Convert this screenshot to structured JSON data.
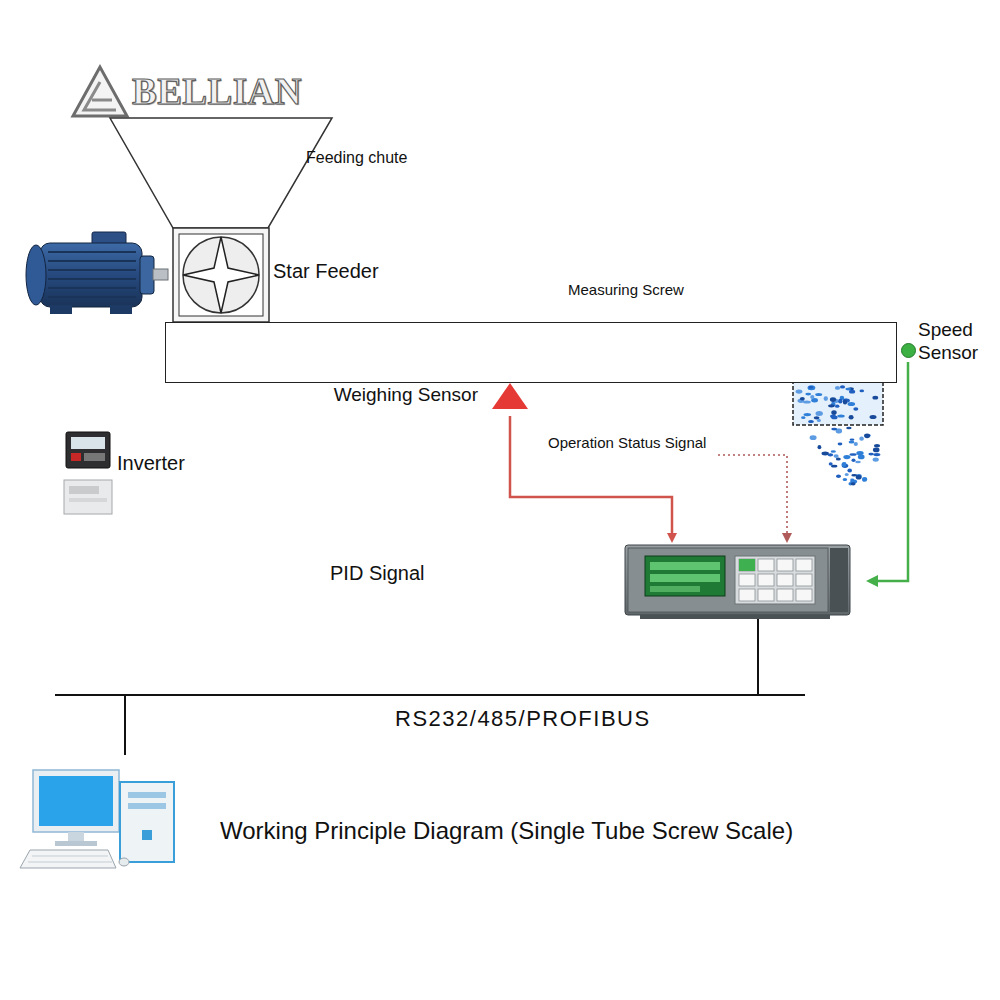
{
  "diagram": {
    "caption": "Working Principle Diagram (Single Tube Screw Scale)",
    "nodes": [
      {
        "text": [
          "Feeding chute"
        ]
      },
      {
        "text": [
          "Star Feeder"
        ]
      },
      {
        "text": [
          "Measuring Screw"
        ]
      },
      {
        "text": [
          "Speed Sensor"
        ]
      },
      {
        "text": [
          "Weighing Sensor"
        ]
      },
      {
        "text": [
          "Inverter"
        ]
      }
    ],
    "labels": [
      "BELLIAN",
      "Operation Status Signal",
      "PID Signal",
      "RS232/485/PROFIBUS"
    ]
  }
}
